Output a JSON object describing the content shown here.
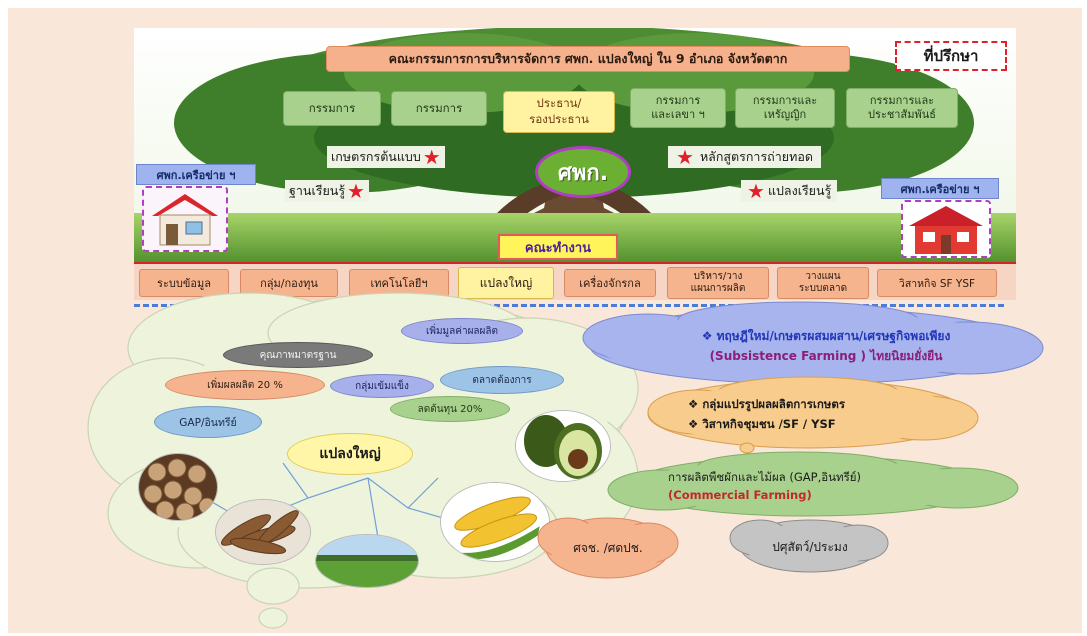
{
  "header": {
    "title": "คณะกรรมการการบริหารจัดการ ศพก. แปลงใหญ่ ใน 9 อำเภอ จังหวัดตาก",
    "advisor": "ที่ปรึกษา"
  },
  "committee": {
    "boxes": [
      "กรรมการ",
      "กรรมการ",
      "ประธาน/\nรองประธาน",
      "กรรมการ\nและเลขา ฯ",
      "กรรมการและ\nเหรัญญิก",
      "กรรมการและ\nประชาสัมพันธ์"
    ]
  },
  "center": {
    "label": "ศพก.",
    "farmer_model": "เกษตรกรต้นแบบ",
    "curriculum": "หลักสูตรการถ่ายทอด",
    "learning_base": "ฐานเรียนรู้",
    "learning_plot": "แปลงเรียนรู้",
    "network_left": "ศพก.เครือข่าย ฯ",
    "network_right": "ศพก.เครือข่าย ฯ",
    "working_group": "คณะทำงาน"
  },
  "working_bar": {
    "items": [
      "ระบบข้อมูล",
      "กลุ่ม/กองทุน",
      "เทคโนโลยีฯ",
      "แปลงใหญ่",
      "เครื่องจักรกล",
      "บริหาร/วาง\nแผนการผลิต",
      "วางแผน\nระบบตลาด",
      "วิสาหกิจ SF YSF"
    ]
  },
  "thought_bubble": {
    "center_label": "แปลงใหญ่",
    "ovals": [
      "เพิ่มมูลค่าผลผลิต",
      "คุณภาพมาตรฐาน",
      "เพิ่มผลผลิต 20 %",
      "กลุ่มเข้มแข็ง",
      "ตลาดต้องการ",
      "GAP/อินทรีย์",
      "ลดต้นทุน 20%"
    ]
  },
  "clouds": {
    "theory_line1": "❖ ทฤษฎีใหม่/เกษตรผสมผสาน/เศรษฐกิจพอเพียง",
    "theory_line2": "(Subsistence Farming ) ไทยนิยมยั่งยืน",
    "processing_line1": "❖  กลุ่มแปรรูปผลผลิตการเกษตร",
    "processing_line2": "❖  วิสาหกิจชุมชน /SF / YSF",
    "commercial_line1": "การผลิตพืชผักและไม้ผล (GAP,อินทรีย์)",
    "commercial_line2": "(Commercial Farming)",
    "pest_center": "ศจช. /ศดปช.",
    "livestock": "ปศุสัตว์/ประมง"
  },
  "colors": {
    "peach": "#f6b48e",
    "green": "#a9d18e",
    "yellow": "#fff2a1",
    "blue_oval": "#9dc3e6",
    "lavender": "#a8b0ec",
    "orange_cloud": "#f8cc8c",
    "red": "#e0202a"
  }
}
